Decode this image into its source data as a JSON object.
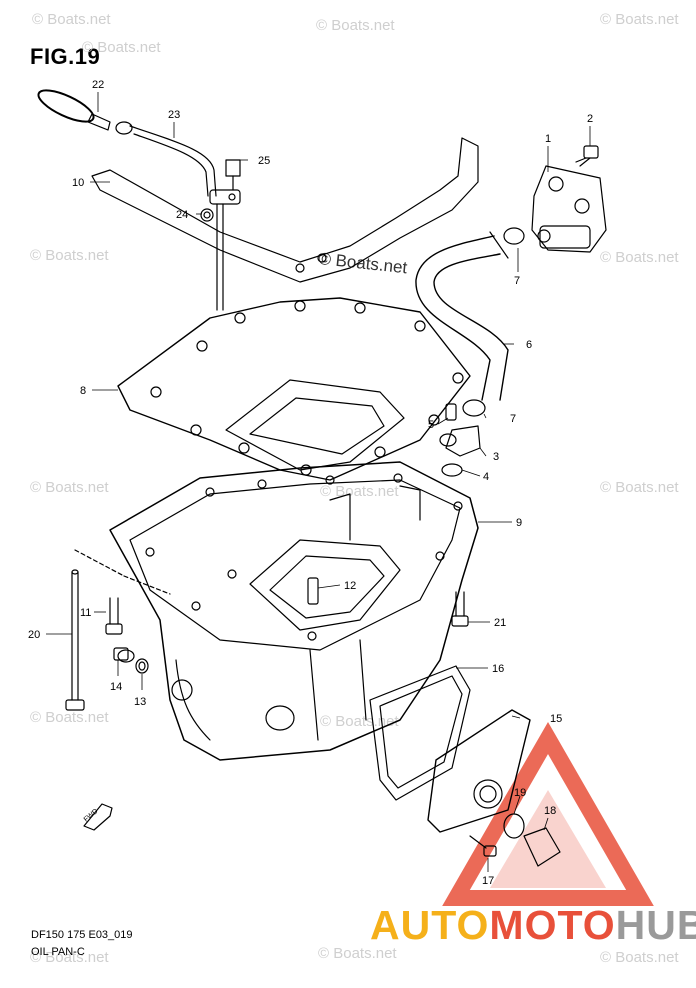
{
  "figure": {
    "title": "FIG.19"
  },
  "footer": {
    "code": "DF150 175 E03_019",
    "name": "OIL PAN-C"
  },
  "watermark": {
    "text": "© Boats.net"
  },
  "brand": {
    "part1": "AUTO",
    "part2": "MOTO",
    "part3": "HUB",
    "colors": {
      "auto": "#f5b01a",
      "moto": "#e8503a",
      "hub": "#9a9a9a",
      "triangle": "#e8503a"
    }
  },
  "fwd_label": "FWD",
  "callouts": [
    {
      "num": "1"
    },
    {
      "num": "2"
    },
    {
      "num": "3"
    },
    {
      "num": "4"
    },
    {
      "num": "5"
    },
    {
      "num": "6"
    },
    {
      "num": "7"
    },
    {
      "num": "7"
    },
    {
      "num": "8"
    },
    {
      "num": "9"
    },
    {
      "num": "10"
    },
    {
      "num": "11"
    },
    {
      "num": "12"
    },
    {
      "num": "13"
    },
    {
      "num": "14"
    },
    {
      "num": "15"
    },
    {
      "num": "16"
    },
    {
      "num": "17"
    },
    {
      "num": "18"
    },
    {
      "num": "19"
    },
    {
      "num": "20"
    },
    {
      "num": "21"
    },
    {
      "num": "22"
    },
    {
      "num": "23"
    },
    {
      "num": "24"
    },
    {
      "num": "25"
    }
  ]
}
